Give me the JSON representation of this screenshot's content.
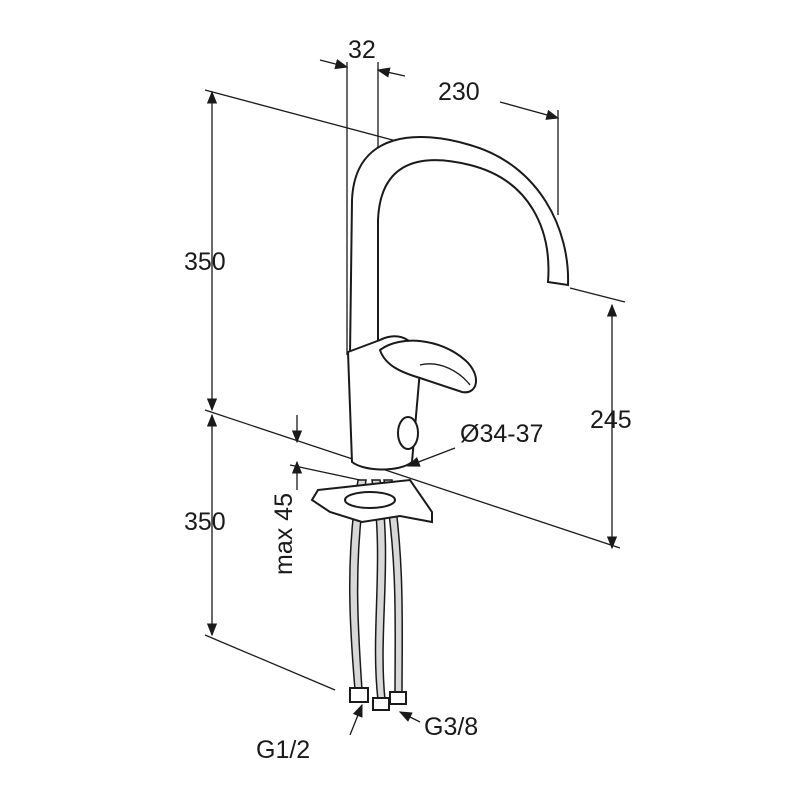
{
  "title": "Kitchen faucet dimension drawing",
  "dimensions": {
    "spout_offset": "32",
    "spout_reach": "230",
    "height_above_deck": "350",
    "length_below_deck": "350",
    "spout_clearance": "245",
    "hole_diameter": "Ø34-37",
    "max_deck_thickness": "max 45",
    "connection_main": "G1/2",
    "connection_small": "G3/8"
  },
  "colors": {
    "line": "#1a1a1a",
    "background": "#ffffff"
  }
}
